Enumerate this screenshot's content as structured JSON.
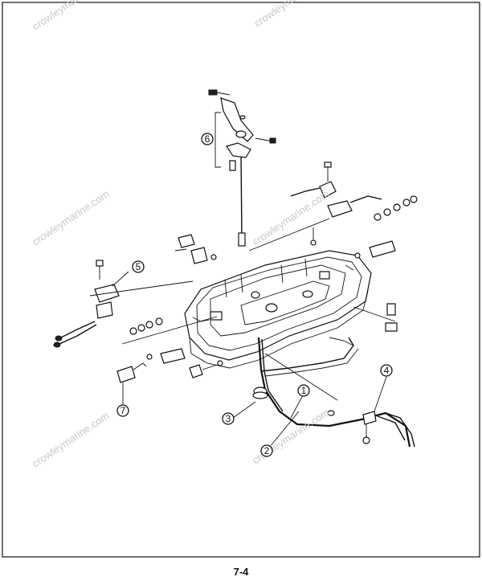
{
  "page_number": "7-4",
  "watermark": "crowleymarine.com",
  "callouts": [
    {
      "label": "1"
    },
    {
      "label": "2"
    },
    {
      "label": "3"
    },
    {
      "label": "4"
    },
    {
      "label": "5"
    },
    {
      "label": "6"
    },
    {
      "label": "7"
    }
  ]
}
